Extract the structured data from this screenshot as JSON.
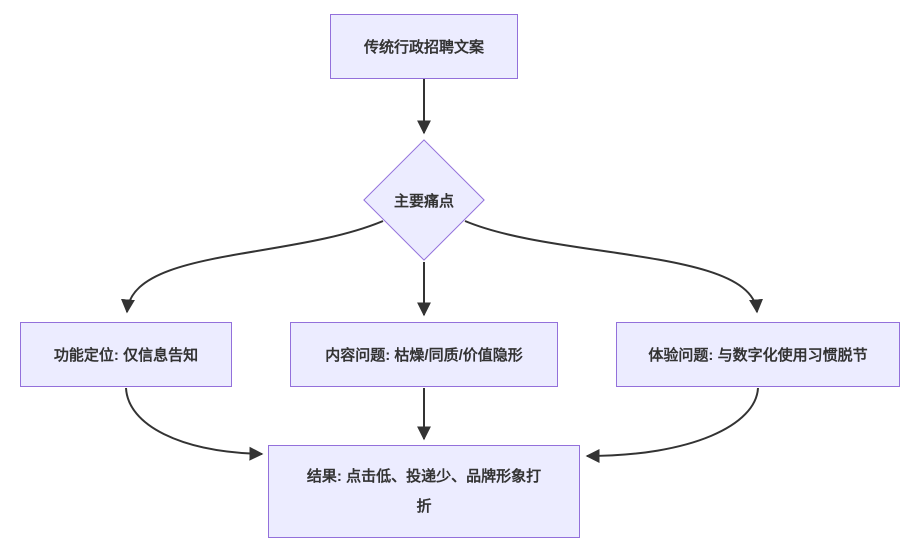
{
  "diagram": {
    "type": "flowchart",
    "direction": "top-down",
    "background_color": "#ffffff",
    "node_fill_color": "#ECECFF",
    "node_border_color": "#9370DB",
    "edge_color": "#333333",
    "text_color": "#333333"
  },
  "nodes": {
    "start": {
      "shape": "rect",
      "label": "传统行政招聘文案"
    },
    "decision": {
      "shape": "diamond",
      "label": "主要痛点"
    },
    "branch_function": {
      "shape": "rect",
      "label": "功能定位: 仅信息告知"
    },
    "branch_content": {
      "shape": "rect",
      "label": "内容问题: 枯燥/同质/价值隐形"
    },
    "branch_experience": {
      "shape": "rect",
      "label": "体验问题: 与数字化使用习惯脱节"
    },
    "result": {
      "shape": "rect",
      "label": "结果: 点击低、投递少、品牌形象打折",
      "label_lines": [
        "结果: 点击低、投递少、品牌形象打",
        "折"
      ]
    }
  },
  "edges": [
    {
      "from": "start",
      "to": "decision"
    },
    {
      "from": "decision",
      "to": "branch_function"
    },
    {
      "from": "decision",
      "to": "branch_content"
    },
    {
      "from": "decision",
      "to": "branch_experience"
    },
    {
      "from": "branch_function",
      "to": "result"
    },
    {
      "from": "branch_content",
      "to": "result"
    },
    {
      "from": "branch_experience",
      "to": "result"
    }
  ]
}
